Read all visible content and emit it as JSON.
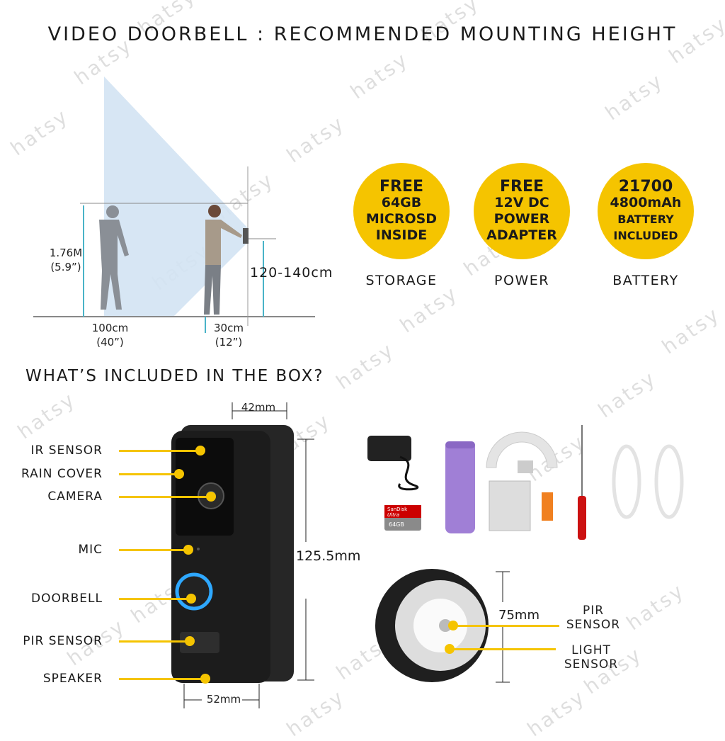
{
  "title": "VIDEO DOORBELL : RECOMMENDED MOUNTING HEIGHT",
  "watermark": "hatsy",
  "colors": {
    "accent": "#f5c400",
    "view_cone": "#cfe0f1",
    "device": "#1e1e1e",
    "ring": "#2ea8ff",
    "battery": "#a07fd6"
  },
  "height_diagram": {
    "person_height": "1.76M",
    "person_height_imperial": "(5.9”)",
    "distance_far": "100cm",
    "distance_far_imperial": "(40”)",
    "distance_near": "30cm",
    "distance_near_imperial": "(12”)",
    "mount_height": "120-140cm"
  },
  "features": [
    {
      "lines": [
        "FREE",
        "64GB",
        "MICROSD",
        "INSIDE"
      ],
      "caption": "STORAGE"
    },
    {
      "lines": [
        "FREE",
        "12V DC",
        "POWER",
        "ADAPTER"
      ],
      "caption": "POWER"
    },
    {
      "lines": [
        "21700",
        "4800mAh",
        "BATTERY",
        "INCLUDED"
      ],
      "caption": "BATTERY"
    }
  ],
  "box_title": "WHAT’S INCLUDED IN THE BOX?",
  "doorbell_labels": [
    "IR SENSOR",
    "RAIN COVER",
    "CAMERA",
    "MIC",
    "DOORBELL",
    "PIR SENSOR",
    "SPEAKER"
  ],
  "dimensions": {
    "depth": "42mm",
    "height": "125.5mm",
    "width": "52mm",
    "chime_diameter": "75mm"
  },
  "chime_labels": [
    "PIR SENSOR",
    "LIGHT SENSOR"
  ],
  "sd_card": {
    "brand": "SanDisk",
    "line": "Ultra",
    "capacity": "64GB"
  }
}
